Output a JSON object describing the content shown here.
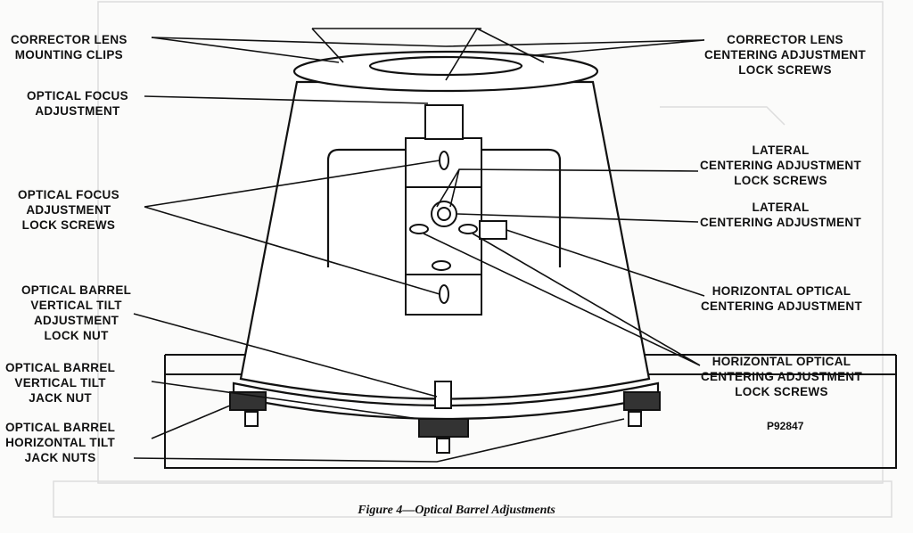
{
  "labels": {
    "corrector_lens_mounting_clips": [
      "CORRECTOR LENS",
      "MOUNTING CLIPS"
    ],
    "optical_focus_adjustment": [
      "OPTICAL FOCUS",
      "ADJUSTMENT"
    ],
    "optical_focus_adjustment_lock_screws": [
      "OPTICAL FOCUS",
      "ADJUSTMENT",
      "LOCK SCREWS"
    ],
    "vertical_tilt_lock_nut": [
      "OPTICAL BARREL",
      "VERTICAL TILT",
      "ADJUSTMENT",
      "LOCK NUT"
    ],
    "vertical_tilt_jack_nut": [
      "OPTICAL BARREL",
      "VERTICAL TILT",
      "JACK NUT"
    ],
    "horizontal_tilt_jack_nuts": [
      "OPTICAL BARREL",
      "HORIZONTAL TILT",
      "JACK NUTS"
    ],
    "corrector_lens_centering_lock_screws": [
      "CORRECTOR LENS",
      "CENTERING ADJUSTMENT",
      "LOCK SCREWS"
    ],
    "lateral_centering_lock_screws": [
      "LATERAL",
      "CENTERING ADJUSTMENT",
      "LOCK SCREWS"
    ],
    "lateral_centering_adjustment": [
      "LATERAL",
      "CENTERING ADJUSTMENT"
    ],
    "horizontal_optical_centering": [
      "HORIZONTAL OPTICAL",
      "CENTERING ADJUSTMENT"
    ],
    "horizontal_optical_centering_lock_screws": [
      "HORIZONTAL OPTICAL",
      "CENTERING ADJUSTMENT",
      "LOCK SCREWS"
    ]
  },
  "figure_code": "P92847",
  "caption": "Figure 4—Optical Barrel Adjustments"
}
